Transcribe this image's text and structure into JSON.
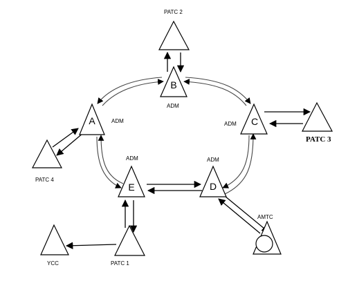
{
  "nodes": {
    "A": "A",
    "B": "B",
    "C": "C",
    "D": "D",
    "E": "E"
  },
  "adm_labels": {
    "A": "ADM",
    "B": "ADM",
    "C": "ADM",
    "D": "ADM",
    "E": "ADM"
  },
  "stations": {
    "patc1": "PATC 1",
    "patc2": "PATC 2",
    "patc3": "PATC 3",
    "patc4": "PATC 4",
    "amtc": "AMTC",
    "ycc": "YCC"
  }
}
